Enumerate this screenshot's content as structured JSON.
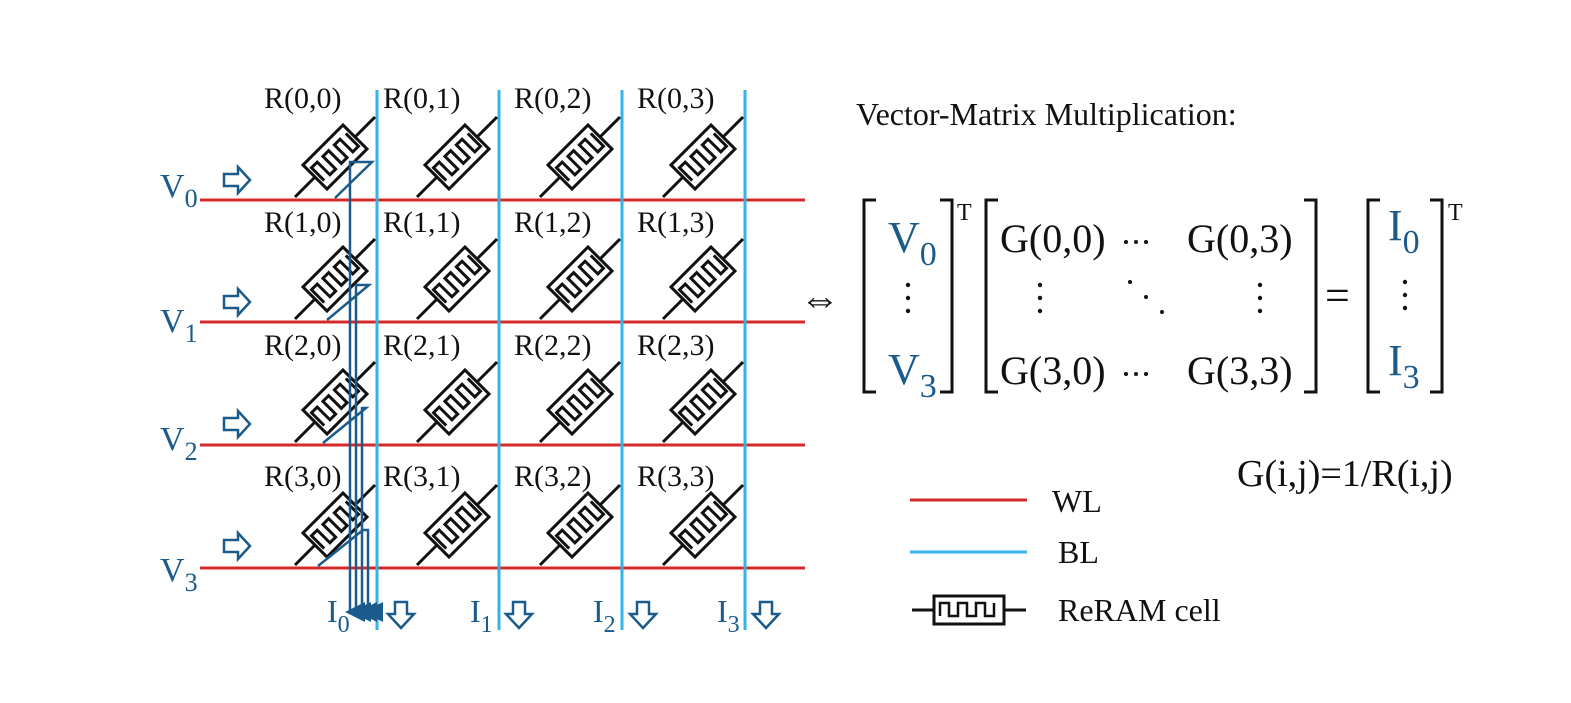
{
  "crossbar": {
    "cell_labels": [
      [
        "R(0,0)",
        "R(0,1)",
        "R(0,2)",
        "R(0,3)"
      ],
      [
        "R(1,0)",
        "R(1,1)",
        "R(1,2)",
        "R(1,3)"
      ],
      [
        "R(2,0)",
        "R(2,1)",
        "R(2,2)",
        "R(2,3)"
      ],
      [
        "R(3,0)",
        "R(3,1)",
        "R(3,2)",
        "R(3,3)"
      ]
    ],
    "voltages": [
      {
        "base": "V",
        "sub": "0"
      },
      {
        "base": "V",
        "sub": "1"
      },
      {
        "base": "V",
        "sub": "2"
      },
      {
        "base": "V",
        "sub": "3"
      }
    ],
    "currents": [
      {
        "base": "I",
        "sub": "0"
      },
      {
        "base": "I",
        "sub": "1"
      },
      {
        "base": "I",
        "sub": "2"
      },
      {
        "base": "I",
        "sub": "3"
      }
    ]
  },
  "equation": {
    "title": "Vector-Matrix Multiplication:",
    "equiv_symbol": "⇔",
    "transpose": "T",
    "vector_v": {
      "top": {
        "base": "V",
        "sub": "0"
      },
      "bottom": {
        "base": "V",
        "sub": "3"
      }
    },
    "matrix": {
      "top_left": "G(0,0)",
      "top_right": "G(0,3)",
      "bottom_left": "G(3,0)",
      "bottom_right": "G(3,3)"
    },
    "equals": "=",
    "vector_i": {
      "top": {
        "base": "I",
        "sub": "0"
      },
      "bottom": {
        "base": "I",
        "sub": "3"
      }
    },
    "definition": "G(i,j)=1/R(i,j)"
  },
  "legend": [
    {
      "label": "WL",
      "symbol": "red-line"
    },
    {
      "label": "BL",
      "symbol": "cyan-line"
    },
    {
      "label": "ReRAM cell",
      "symbol": "reram-cell-icon"
    }
  ],
  "colors": {
    "wordline": "#d42a2a",
    "bitline": "#33b4e6",
    "signal": "#1a5b8c",
    "ink": "#111111"
  }
}
